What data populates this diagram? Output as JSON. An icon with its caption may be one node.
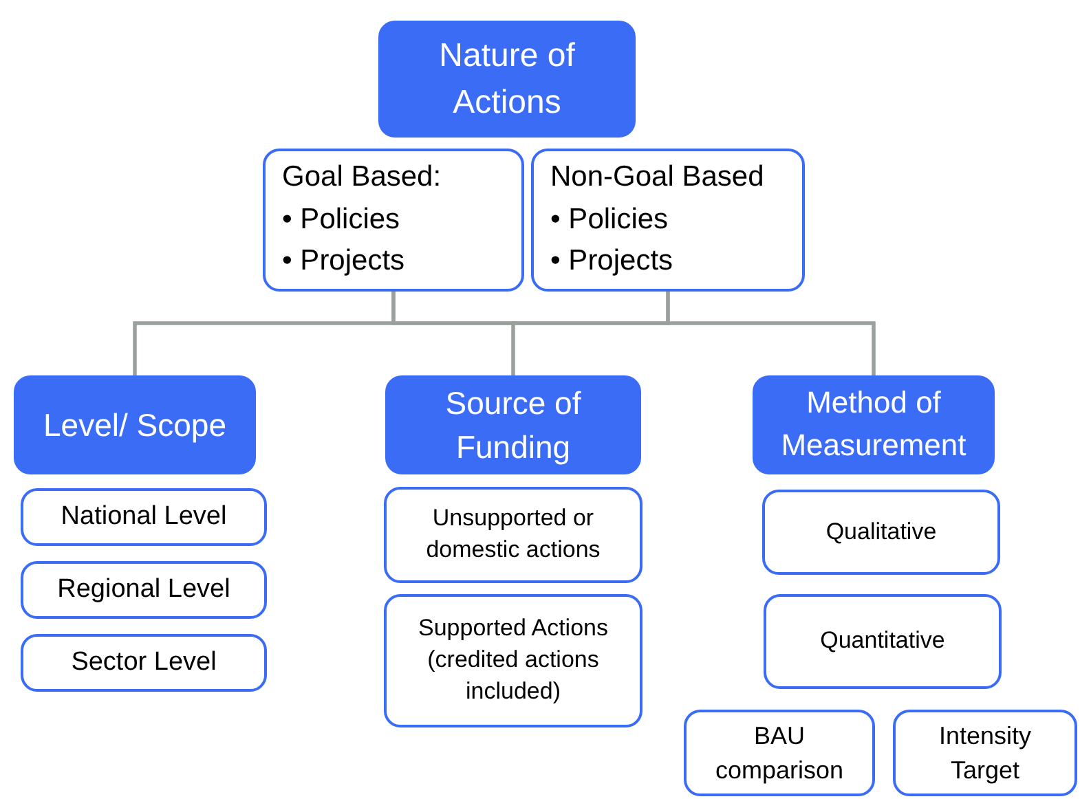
{
  "diagram": {
    "nodes": [
      {
        "text": [
          "Nature of Actions"
        ]
      },
      {
        "text": [
          "Goal Based:",
          "• Policies",
          "• Projects"
        ]
      },
      {
        "text": [
          "Non-Goal Based",
          "• Policies",
          "• Projects"
        ]
      },
      {
        "text": [
          "Level/ Scope"
        ]
      },
      {
        "text": [
          "Source of Funding"
        ]
      },
      {
        "text": [
          "Method of Measurement"
        ]
      },
      {
        "text": [
          "National Level"
        ]
      },
      {
        "text": [
          "Regional Level"
        ]
      },
      {
        "text": [
          "Sector Level"
        ]
      },
      {
        "text": [
          "Unsupported or domestic actions"
        ]
      },
      {
        "text": [
          "Supported Actions (credited actions included)"
        ]
      },
      {
        "text": [
          "Qualitative"
        ]
      },
      {
        "text": [
          "Quantitative"
        ]
      },
      {
        "text": [
          "BAU comparison"
        ]
      },
      {
        "text": [
          "Intensity Target"
        ]
      }
    ],
    "edges": [
      {
        "from": 1,
        "to": 3,
        "arrow": "none"
      },
      {
        "from": 1,
        "to": 4,
        "arrow": "none"
      },
      {
        "from": 1,
        "to": 5,
        "arrow": "none"
      },
      {
        "from": 2,
        "to": 3,
        "arrow": "none"
      },
      {
        "from": 2,
        "to": 4,
        "arrow": "none"
      },
      {
        "from": 2,
        "to": 5,
        "arrow": "none"
      }
    ]
  }
}
